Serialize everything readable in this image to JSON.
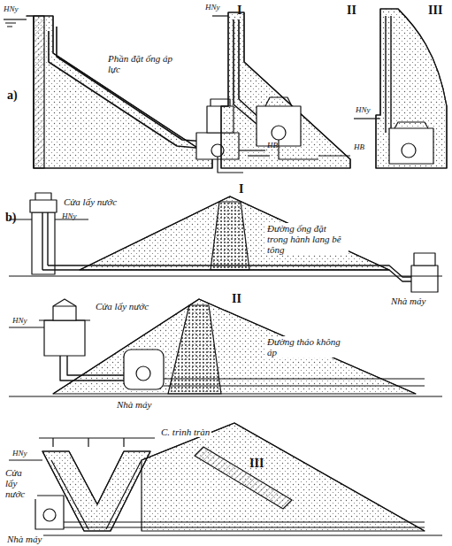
{
  "diagram": {
    "labels": [
      "I",
      "II",
      "III",
      "a)",
      "HNy",
      "Phần đặt ống áp lực",
      "HB",
      "HNy",
      "HB",
      "HNy",
      "b)",
      "Cửa lấy nước",
      "HNy",
      "I",
      "Đường ống đặt trong hành lang bê tông",
      "Nhà máy",
      "Cửa lấy nước",
      "HNy",
      "II",
      "Đường tháo không áp",
      "Nhà máy",
      "C. trình tràn",
      "HNy",
      "III",
      "Cửa lấy nước",
      "Nhà máy"
    ]
  }
}
